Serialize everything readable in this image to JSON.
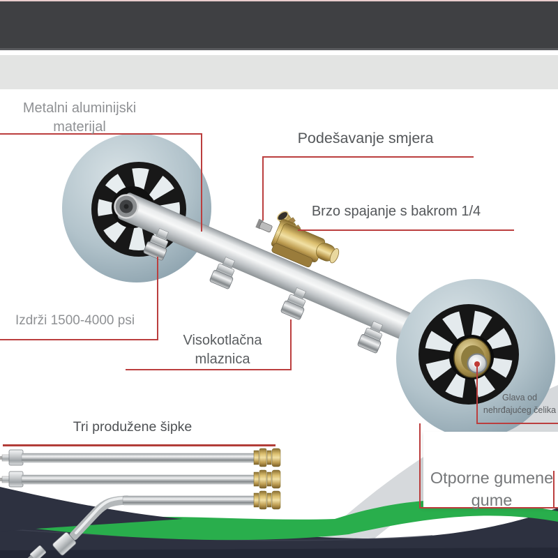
{
  "annotations": {
    "material": "Metalni aluminijski materijal",
    "direction": "Podešavanje smjera",
    "quick_connect": "Brzo spajanje s bakrom 1/4",
    "pressure": "Izdrži 1500-4000 psi",
    "nozzle": "Visokotlačna mlaznica",
    "rods": "Tri produžene šipke",
    "head": "Glava od nehrđajućeg čelika",
    "tires": "Otporne gumene gume"
  },
  "colors": {
    "callout_red": "#bb3e3e",
    "top_bar": "#3f4043",
    "top_accent": "#e9cdcd",
    "header_strip": "#e3e4e3",
    "green_wave": "#29ae4c",
    "navy_wave": "#2d3140",
    "brass": "#c9a850",
    "tire_gray": "#a9bcc6",
    "label_gray_light": "#8f9194",
    "label_gray_dark": "#54575a"
  }
}
